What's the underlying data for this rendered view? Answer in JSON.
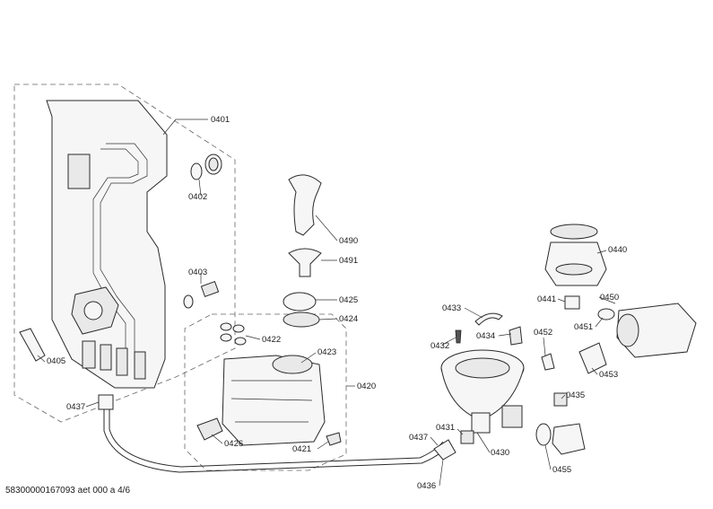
{
  "labels": {
    "p0401": "0401",
    "p0402": "0402",
    "p0403": "0403",
    "p0405": "0405",
    "p0437a": "0437",
    "p0490": "0490",
    "p0491": "0491",
    "p0425": "0425",
    "p0424": "0424",
    "p0422": "0422",
    "p0423": "0423",
    "p0420": "0420",
    "p0426": "0426",
    "p0421": "0421",
    "p0433": "0433",
    "p0432": "0432",
    "p0434": "0434",
    "p0452": "0452",
    "p0440": "0440",
    "p0441": "0441",
    "p0450": "0450",
    "p0451": "0451",
    "p0453": "0453",
    "p0435": "0435",
    "p0436": "0436",
    "p0437b": "0437",
    "p0431": "0431",
    "p0430": "0430",
    "p0455": "0455"
  },
  "footer": {
    "code": "58300000167093 aet 000 a 4/6"
  },
  "colors": {
    "line": "#2a2a2a",
    "fill": "#f6f6f6",
    "background": "#ffffff"
  }
}
